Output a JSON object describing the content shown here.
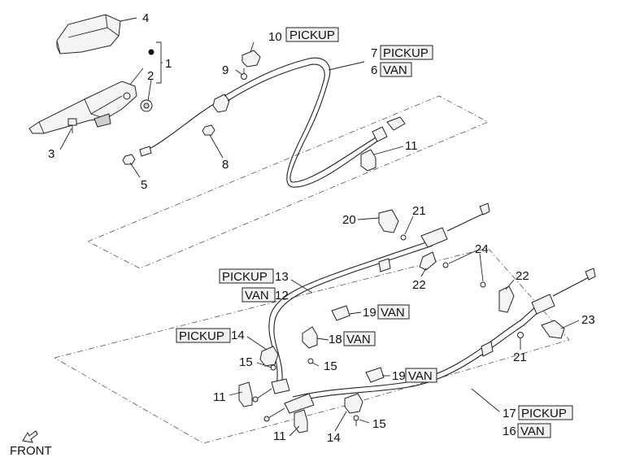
{
  "diagram": {
    "front_label": "FRONT",
    "numbers": {
      "n1": "1",
      "n2": "2",
      "n3": "3",
      "n4": "4",
      "n5": "5",
      "n6": "6",
      "n7": "7",
      "n8": "8",
      "n9": "9",
      "n10": "10",
      "n11a": "11",
      "n11b": "11",
      "n11c": "11",
      "n12": "12",
      "n13": "13",
      "n14a": "14",
      "n14b": "14",
      "n15a": "15",
      "n15b": "15",
      "n15c": "15",
      "n16": "16",
      "n17": "17",
      "n18": "18",
      "n19a": "19",
      "n19b": "19",
      "n20": "20",
      "n21a": "21",
      "n21b": "21",
      "n22a": "22",
      "n22b": "22",
      "n23": "23",
      "n24": "24"
    },
    "variants": {
      "pickup": "PICKUP",
      "van": "VAN"
    }
  }
}
